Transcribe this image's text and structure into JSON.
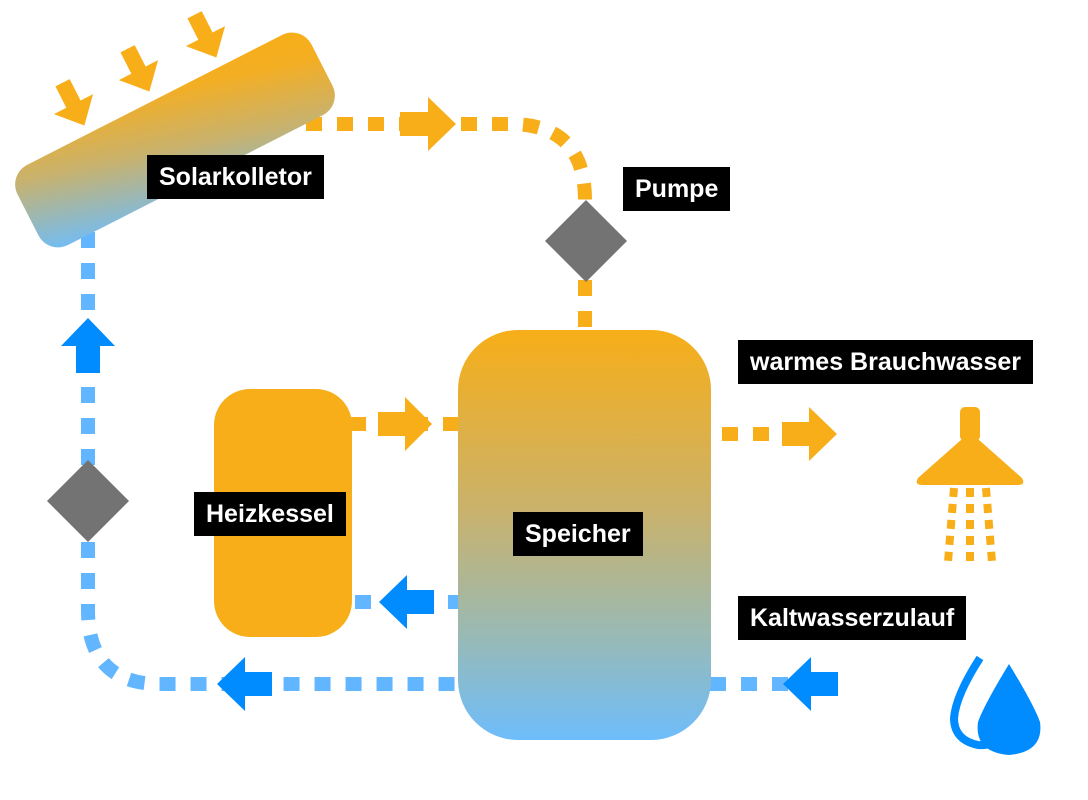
{
  "title": "Solarthermie-Anlage mit Heizkessel und Speicher",
  "colors": {
    "hot": "#F7AE18",
    "cold_pipe": "#62B6FF",
    "cold_arrow": "#008CFF",
    "gradient_cold": "#6EBDFB",
    "pump": "#737373",
    "label_bg": "#000000",
    "label_text": "#FFFFFF"
  },
  "labels": {
    "collector": "Solarkolletor",
    "pump": "Pumpe",
    "hot_water": "warmes Brauchwasser",
    "boiler": "Heizkessel",
    "storage": "Speicher",
    "cold_inlet": "Kaltwasserzulauf"
  },
  "icons": {
    "sun_rays": "sun-ray-arrow",
    "pump": "pump-diamond",
    "shower": "shower-icon",
    "water": "water-drops-icon"
  }
}
